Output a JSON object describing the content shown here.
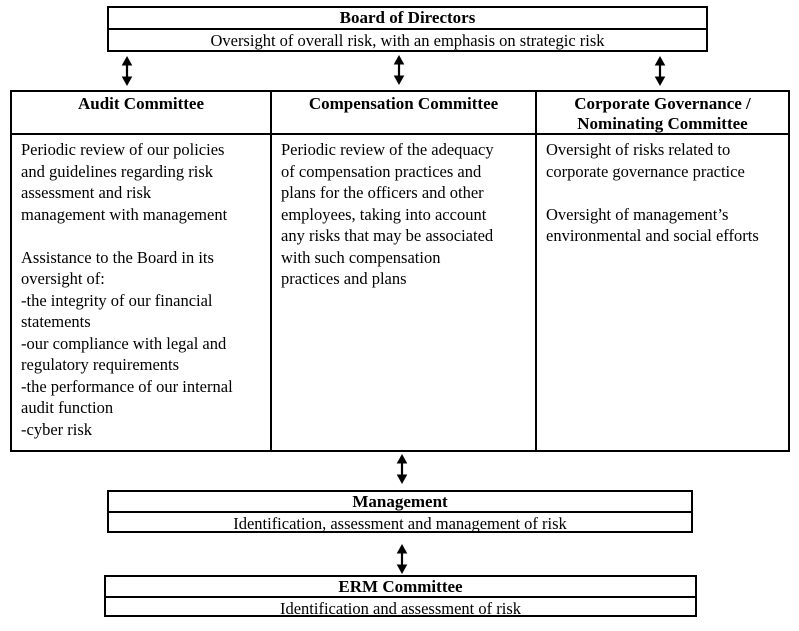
{
  "page": {
    "background_color": "#ffffff",
    "text_color": "#000000",
    "border_color": "#000000"
  },
  "board": {
    "title": "Board of Directors",
    "subtitle": "Oversight of overall risk, with an emphasis on strategic risk"
  },
  "committees": [
    {
      "title": "Audit Committee",
      "body": "Periodic review of our policies\nand guidelines regarding risk\nassessment and risk\nmanagement with management\n\nAssistance to the Board in its\noversight of:\n-the integrity of our financial\nstatements\n-our compliance with legal and\nregulatory requirements\n-the performance of our internal\naudit function\n-cyber risk"
    },
    {
      "title": "Compensation Committee",
      "body": "Periodic review of the adequacy\nof compensation practices and\nplans for the officers and other\nemployees, taking into account\nany risks that may be associated\nwith such compensation\npractices and plans"
    },
    {
      "title": "Corporate Governance /\nNominating Committee",
      "body": "Oversight of risks related to\ncorporate governance practice\n\nOversight of management’s\nenvironmental and social efforts"
    }
  ],
  "management": {
    "title": "Management",
    "subtitle": "Identification, assessment and management of risk"
  },
  "erm": {
    "title": "ERM Committee",
    "subtitle": "Identification and assessment of risk"
  },
  "icons": {
    "double_arrow": "double-headed-vertical-arrow",
    "arrow_color": "#000000"
  }
}
